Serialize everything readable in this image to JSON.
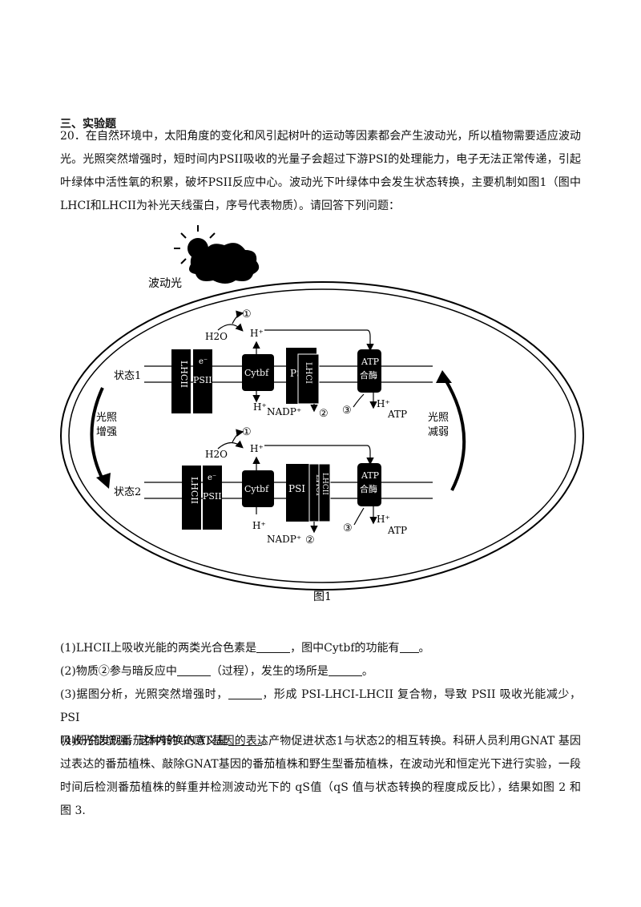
{
  "section": {
    "title": "三、实验题"
  },
  "question": {
    "number": "20．",
    "intro_lines": [
      "在自然环境中，太阳角度的变化和风引起树叶的运动等因素都会产生波动光，所以植物需要适应波动",
      "光。光照突然增强时，短时间内PSII吸收的光量子会超过下游PSI的处理能力，电子无法正常传递，引起",
      "叶绿体中活性氧的积累，破坏PSII反应中心。波动光下叶绿体中会发生状态转换，主要机制如图1（图中",
      "LHCI和LHCII为补光天线蛋白，序号代表物质）。请回答下列问题："
    ]
  },
  "figure": {
    "caption": "图1",
    "light_label": "波动光",
    "state1": "状态1",
    "state2": "状态2",
    "left_arrow_label": [
      "光照",
      "增强"
    ],
    "right_arrow_label": [
      "光照",
      "减弱"
    ],
    "labels": {
      "h2o": "H2O",
      "e": "e⁻",
      "hplus": "H⁺",
      "circle1": "①",
      "circle2": "②",
      "circle3": "③",
      "nadp": "NADP⁺",
      "atp": "ATP",
      "psii": "PSII",
      "psi": "PSI",
      "lhcii": "LHCII",
      "lhci": "LHCI",
      "cytbf": "Cytbf",
      "atpase_top": "ATP",
      "atpase_bottom": "合酶"
    }
  },
  "subquestions": {
    "q1": {
      "a": "(1)LHCII上吸收光能的两类光合色素是",
      "b": "，图中Cytbf的功能有",
      "c": "。"
    },
    "q2": {
      "a": "(2)物质②参与暗反应中",
      "b": "（过程），发生的场所是",
      "c": "。"
    },
    "q3": {
      "line1_a": "(3)据图分析，光照突然增强时，",
      "line1_b": "，形成 PSI-LHCI-LHCII 复合物，导致 PSII 吸收光能减少，PSI",
      "line2_a": "吸收光能增强，这种转换的意义是",
      "line2_b": "。"
    },
    "q4": {
      "lines": [
        "(4)研究发现番茄体内的GNAT基因的表达产物促进状态1与状态2的相互转换。科研人员利用GNAT 基因",
        "过表达的番茄植株、敲除GNAT基因的番茄植株和野生型番茄植株，在波动光和恒定光下进行实验，一段",
        "时间后检测番茄植株的鲜重并检测波动光下的 qS值（qS 值与状态转换的程度成反比），结果如图 2  和"
      ],
      "last": "图  3."
    }
  }
}
